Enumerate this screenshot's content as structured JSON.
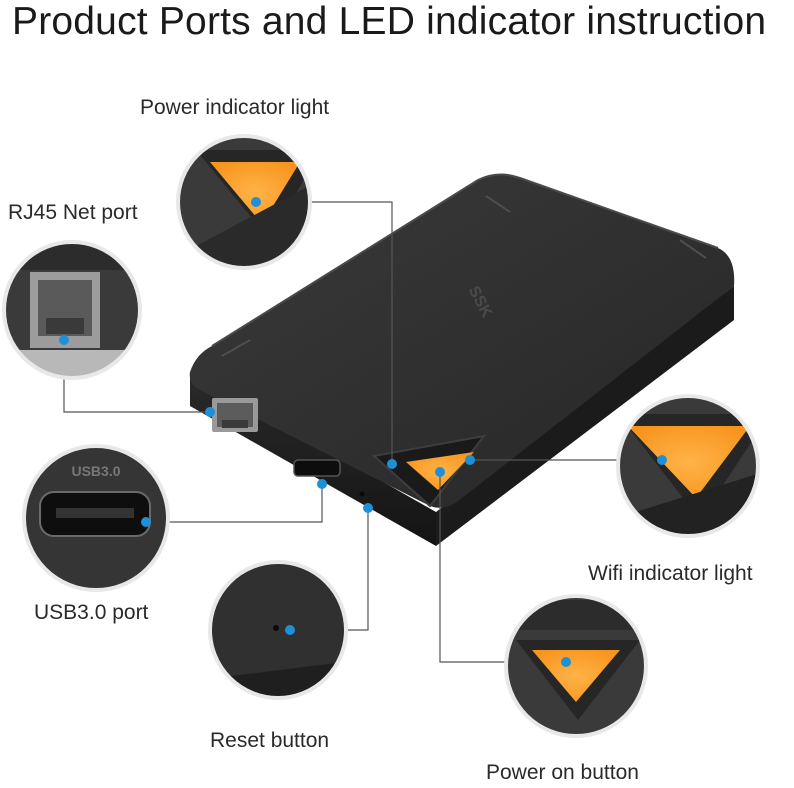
{
  "title": "Product Ports and LED indicator instruction",
  "device": {
    "brand": "SSK"
  },
  "usb_port_text": "USB3.0",
  "labels": {
    "power_indicator": "Power indicator light",
    "rj45": "RJ45 Net port",
    "usb": "USB3.0 port",
    "reset": "Reset button",
    "wifi": "Wifi indicator light",
    "power_on": "Power on button"
  },
  "colors": {
    "device_body": "#2b2b2b",
    "led_orange": "#f7941d",
    "marker_blue": "#1e90d8",
    "leader_line": "#555555"
  }
}
